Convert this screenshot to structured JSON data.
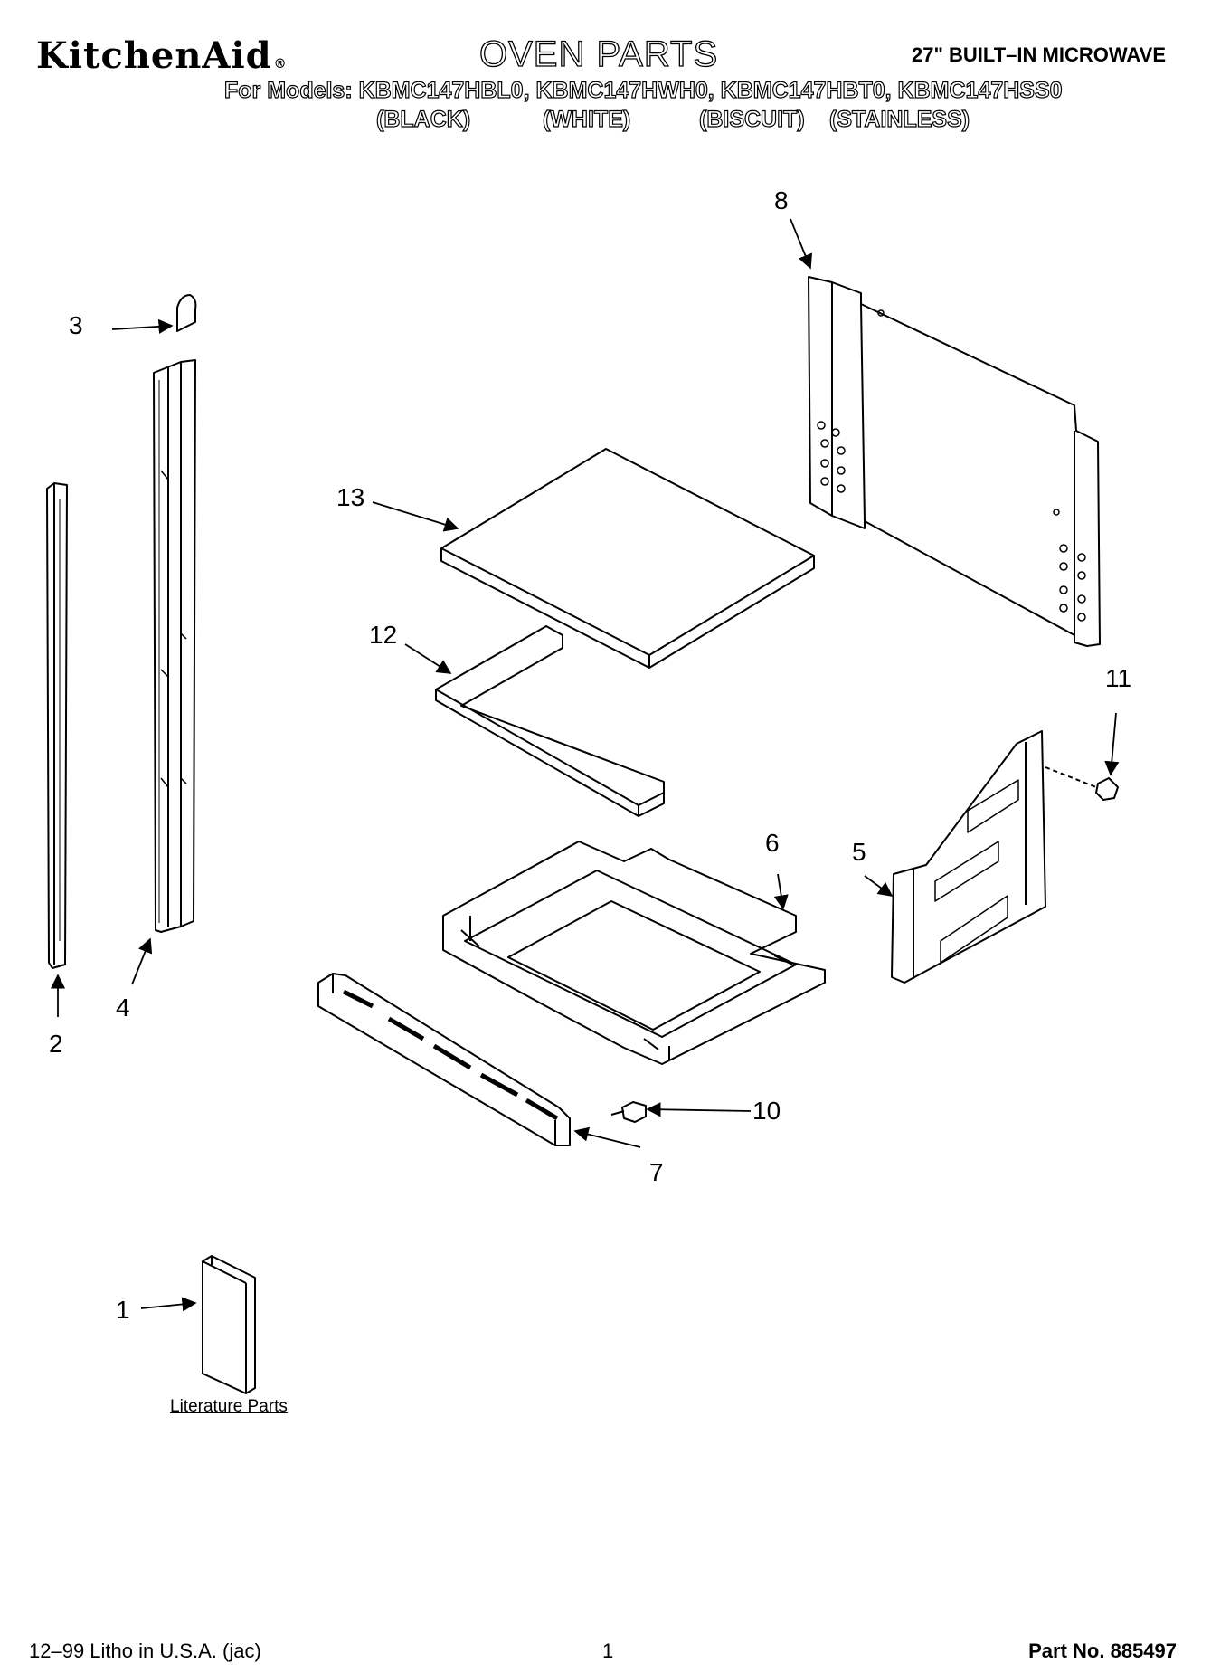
{
  "header": {
    "brand": "KitchenAid",
    "brand_mark": "®",
    "title": "OVEN PARTS",
    "product": "27\" BUILT–IN MICROWAVE",
    "models_line": "For Models: KBMC147HBL0, KBMC147HWH0, KBMC147HBT0, KBMC147HSS0",
    "colors": [
      "(BLACK)",
      "(WHITE)",
      "(BISCUIT)",
      "(STAINLESS)"
    ]
  },
  "callouts": [
    "1",
    "2",
    "3",
    "4",
    "5",
    "6",
    "7",
    "8",
    "10",
    "11",
    "12",
    "13"
  ],
  "literature_label": "Literature Parts",
  "footer": {
    "litho": "12–99 Litho in U.S.A. (jac)",
    "page": "1",
    "part_no": "Part No. 885497"
  }
}
